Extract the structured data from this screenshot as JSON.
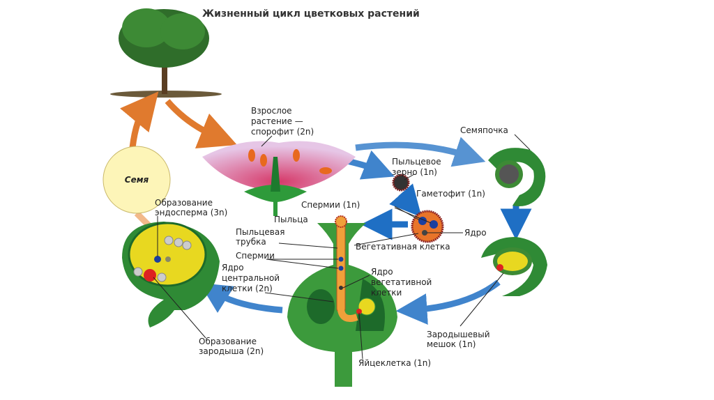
{
  "title": "Жизненный цикл цветковых растений",
  "seed_label": "Семя",
  "labels": {
    "adult_1": "Взрослое",
    "adult_2": "растение —",
    "adult_3": "спорофит (2n)",
    "ovule": "Семяпочка",
    "pollen_grain_1": "Пыльцевое",
    "pollen_grain_2": "зерно (1n)",
    "gametophyte": "Гаметофит (1n)",
    "sperm_1n": "Спермии (1n)",
    "pollen": "Пыльца",
    "nucleus": "Ядро",
    "vegetative_cell": "Вегетативная клетка",
    "pollen_tube_1": "Пыльцевая",
    "pollen_tube_2": "трубка",
    "sperm": "Спермии",
    "central_1": "Ядро",
    "central_2": "центральной",
    "central_3": "клетки (2n)",
    "veg_nucleus_1": "Ядро",
    "veg_nucleus_2": "вегетативной",
    "veg_nucleus_3": "клетки",
    "endosperm_1": "Образование",
    "endosperm_2": "эндосперма (3n)",
    "embryo_1": "Образование",
    "embryo_2": "зародыша (2n)",
    "egg": "Яйцеклетка (1n)",
    "sac_1": "Зародышевый",
    "sac_2": "мешок (1n)"
  },
  "colors": {
    "orange_arrow": "#e07a2e",
    "blue_arrow": "#1f6fc4",
    "green": "#3c9a3c",
    "dark_green": "#1d6a2a",
    "seed_fill": "#fdf5b8",
    "yolk": "#e8d820"
  }
}
